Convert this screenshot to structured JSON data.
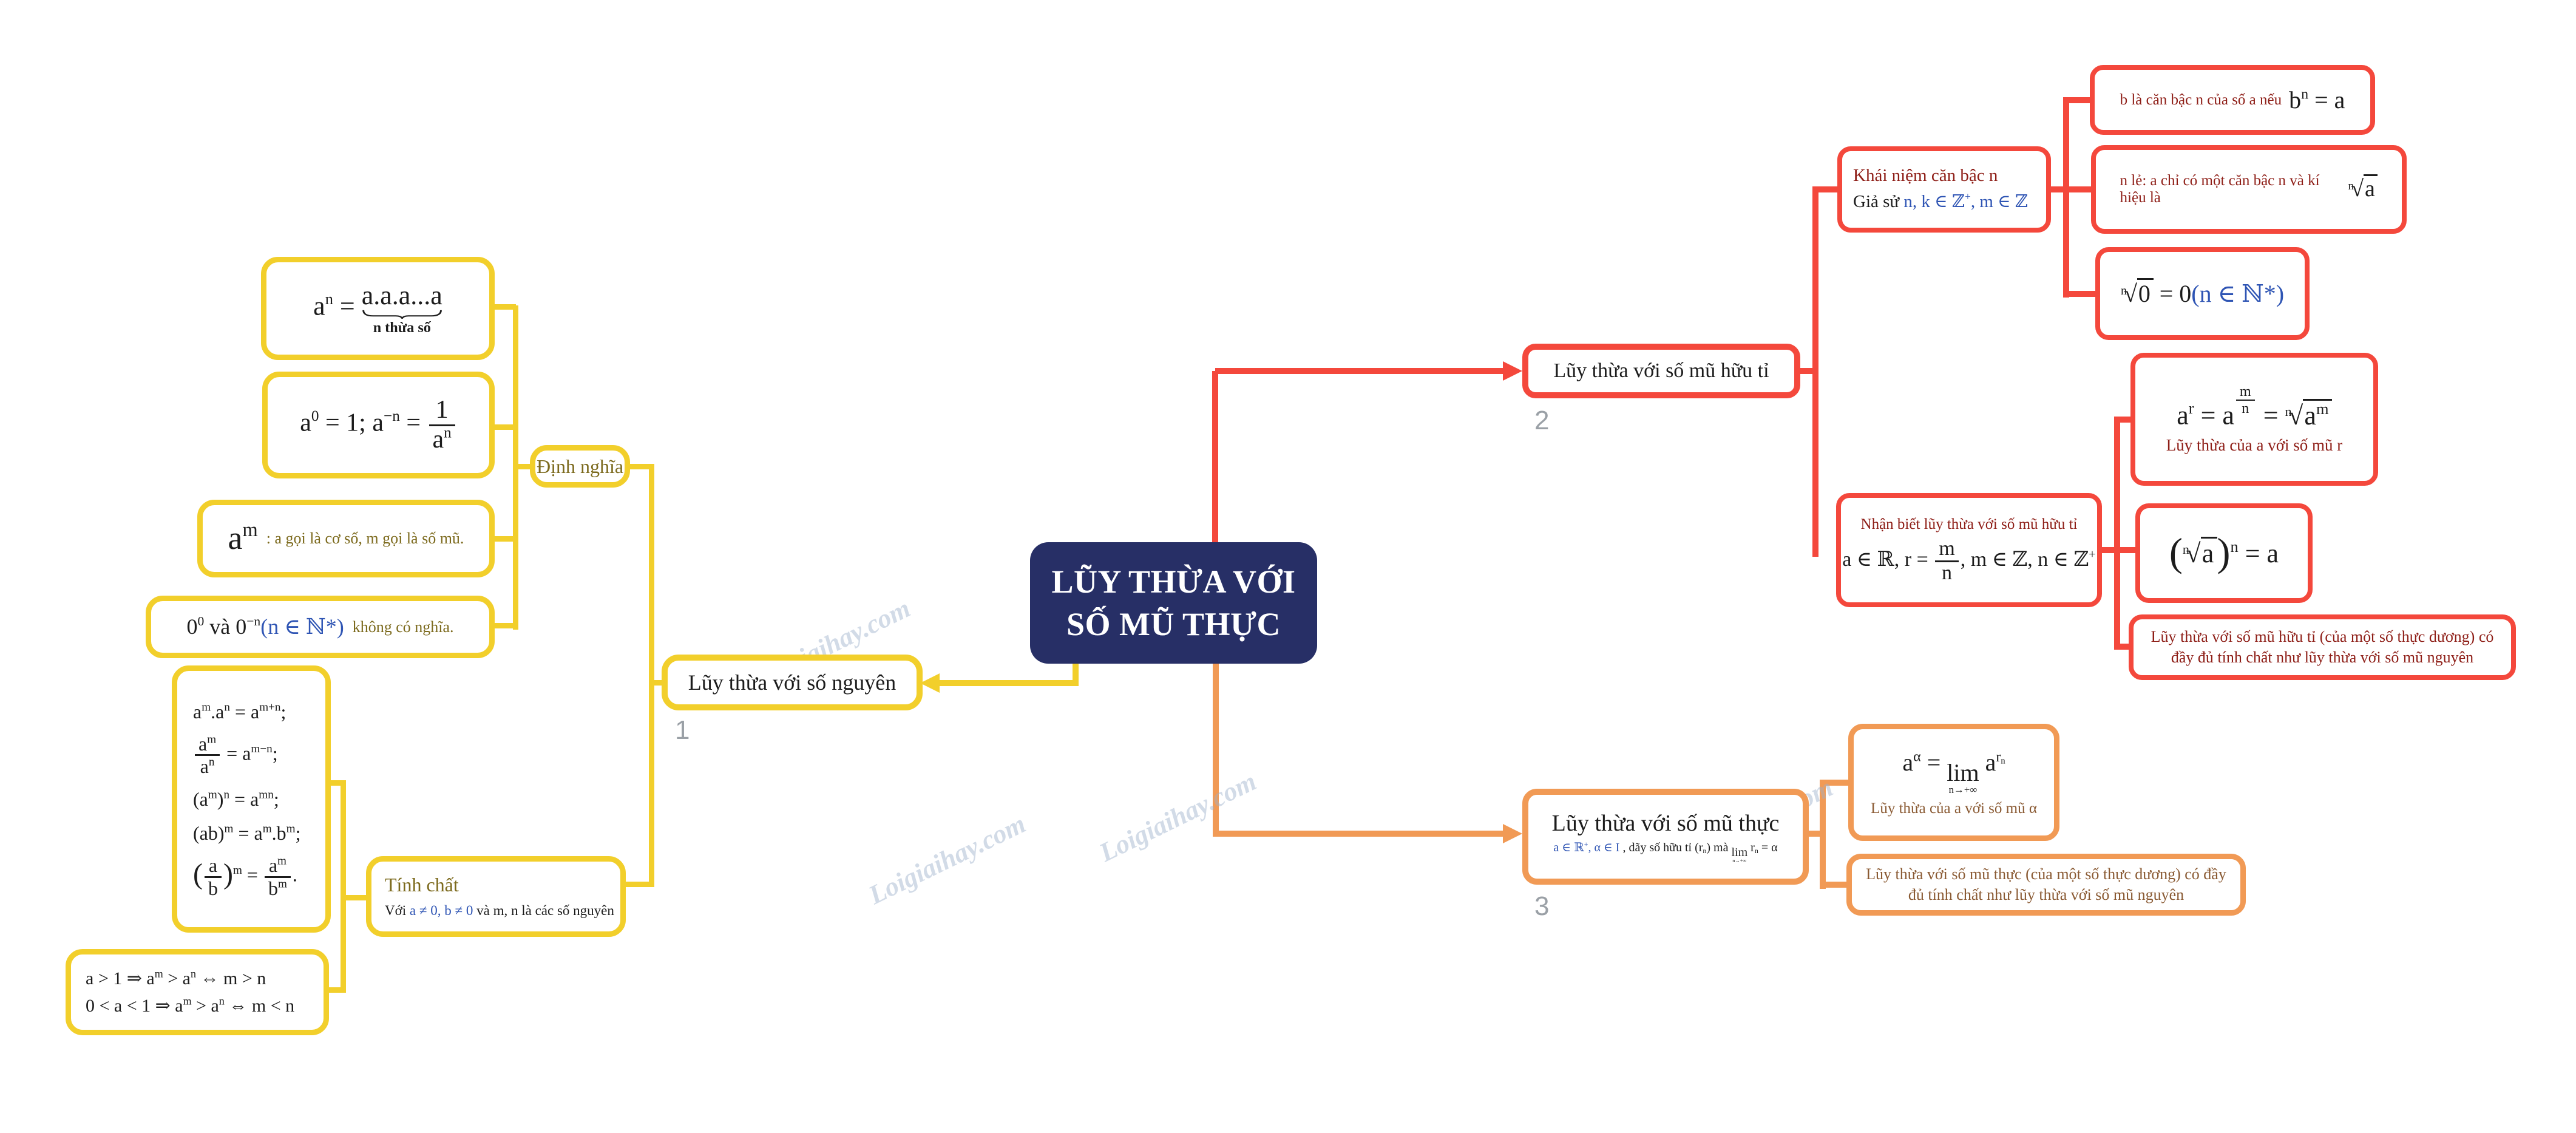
{
  "watermark": "Loigiaihay.com",
  "colors": {
    "yellow": "#f2cf2b",
    "red": "#f4483c",
    "orange": "#f19a55",
    "navy": "#272f66",
    "olive_text": "#7c6a1d",
    "dark_red_text": "#8e1e17",
    "brown_text": "#8a5a33",
    "blue_math": "#2f55b4"
  },
  "center": {
    "title": "LŨY THỪA VỚI SỐ MŨ THỰC"
  },
  "integer": {
    "node": "Lũy thừa với số nguyên",
    "index": "1",
    "dinh_nghia": "Định nghĩa",
    "power_def": [
      "a",
      {
        "t": "sup",
        "v": "n"
      },
      " = ",
      {
        "t": "ub",
        "v": [
          "a.a.a...a"
        ],
        "label": "n thừa số"
      }
    ],
    "zero_neg": [
      "a",
      {
        "t": "sup",
        "v": "0"
      },
      " = 1; a",
      {
        "t": "sup",
        "v": "−n"
      },
      " = ",
      {
        "t": "frac",
        "num": [
          "1"
        ],
        "den": [
          "a",
          {
            "t": "sup",
            "v": "n"
          }
        ]
      }
    ],
    "am_formula": [
      "a",
      {
        "t": "sup",
        "v": "m"
      }
    ],
    "am_desc": ": a gọi là cơ số, m gọi là số mũ.",
    "no_meaning_formula": [
      "0",
      {
        "t": "sup",
        "v": "0"
      },
      "  và  0",
      {
        "t": "sup",
        "v": "−n"
      },
      {
        "t": "txt",
        "v": "(n ∈ ℕ*)",
        "c": "mblue"
      }
    ],
    "no_meaning_desc": "không có nghĩa.",
    "tinh_chat": "Tính chất",
    "tinh_chat_note": [
      "Với ",
      {
        "t": "txt",
        "v": "a ≠ 0, b ≠ 0",
        "c": "mblue"
      },
      " và m, n là các số nguyên"
    ],
    "properties": [
      [
        "a",
        {
          "t": "sup",
          "v": "m"
        },
        ".a",
        {
          "t": "sup",
          "v": "n"
        },
        " = a",
        {
          "t": "sup",
          "v": "m+n"
        },
        ";"
      ],
      [
        {
          "t": "frac",
          "num": [
            "a",
            {
              "t": "sup",
              "v": "m"
            }
          ],
          "den": [
            "a",
            {
              "t": "sup",
              "v": "n"
            }
          ]
        },
        " = a",
        {
          "t": "sup",
          "v": "m−n"
        },
        ";"
      ],
      [
        "(a",
        {
          "t": "sup",
          "v": "m"
        },
        ")",
        {
          "t": "sup",
          "v": "n"
        },
        " = a",
        {
          "t": "sup",
          "v": "mn"
        },
        ";"
      ],
      [
        "(ab)",
        {
          "t": "sup",
          "v": "m"
        },
        " = a",
        {
          "t": "sup",
          "v": "m"
        },
        ".b",
        {
          "t": "sup",
          "v": "m"
        },
        ";"
      ],
      [
        {
          "t": "big",
          "v": "("
        },
        {
          "t": "frac",
          "num": [
            "a"
          ],
          "den": [
            "b"
          ]
        },
        {
          "t": "big",
          "v": ")"
        },
        {
          "t": "sup",
          "v": "m"
        },
        " = ",
        {
          "t": "frac",
          "num": [
            "a",
            {
              "t": "sup",
              "v": "m"
            }
          ],
          "den": [
            "b",
            {
              "t": "sup",
              "v": "m"
            }
          ]
        },
        "."
      ]
    ],
    "monotonic": [
      [
        "a > 1 ⇒ a",
        {
          "t": "sup",
          "v": "m"
        },
        " > a",
        {
          "t": "sup",
          "v": "n"
        },
        " ⇔ m > n"
      ],
      [
        "0 < a < 1 ⇒ a",
        {
          "t": "sup",
          "v": "m"
        },
        " > a",
        {
          "t": "sup",
          "v": "n"
        },
        " ⇔ m < n"
      ]
    ]
  },
  "rational": {
    "node": "Lũy thừa với số mũ hữu tỉ",
    "index": "2",
    "concept": {
      "title": "Khái niệm căn bậc n",
      "line": [
        "Giả sử ",
        {
          "t": "txt",
          "v": "n, k ∈ ℤ",
          "c": "mblue"
        },
        {
          "t": "sup",
          "v": "+",
          "c": "mblue"
        },
        {
          "t": "txt",
          "v": ", m ∈ ℤ",
          "c": "mblue"
        }
      ]
    },
    "root_def": {
      "text": "b  là căn bậc n của số a nếu",
      "formula": [
        "b",
        {
          "t": "sup",
          "v": "n"
        },
        " = a"
      ]
    },
    "odd_root": {
      "text": "n lẻ: a chỉ có một căn bậc n và kí hiệu là",
      "formula": [
        {
          "t": "rad",
          "idx": "n",
          "sgn": "√",
          "v": [
            "a"
          ]
        }
      ]
    },
    "root_zero": [
      {
        "t": "rad",
        "idx": "n",
        "sgn": "√",
        "v": [
          "0"
        ]
      },
      " = 0",
      {
        "t": "txt",
        "v": "(n ∈ ℕ*)",
        "c": "mblue"
      }
    ],
    "identify": {
      "title": "Nhận biết lũy thừa với số mũ hữu tỉ",
      "formula": [
        "a ∈ ℝ, r = ",
        {
          "t": "frac",
          "num": [
            "m"
          ],
          "den": [
            "n"
          ]
        },
        ", m ∈ ℤ, n ∈ ℤ",
        {
          "t": "sup",
          "v": "+"
        }
      ]
    },
    "power_r": {
      "formula": [
        "a",
        {
          "t": "sup",
          "v": "r"
        },
        " = a",
        {
          "t": "sfrac",
          "num": [
            "m"
          ],
          "den": [
            "n"
          ]
        },
        " = ",
        {
          "t": "rad",
          "idx": "n",
          "sgn": "√",
          "v": [
            "a",
            {
              "t": "sup",
              "v": "m"
            }
          ]
        }
      ],
      "caption": "Lũy thừa của a với số mũ r"
    },
    "root_power": [
      {
        "t": "big",
        "v": "("
      },
      {
        "t": "rad",
        "idx": "n",
        "sgn": "√",
        "v": [
          "a"
        ]
      },
      {
        "t": "big",
        "v": ")"
      },
      {
        "t": "sup",
        "v": "n"
      },
      " = a"
    ],
    "note": "Lũy thừa với số mũ hữu tỉ (của một số thực dương) có đầy đủ tính chất như lũy thừa với số mũ nguyên"
  },
  "real": {
    "node": "Lũy thừa với số mũ thực",
    "index": "3",
    "subtitle": [
      {
        "t": "txt",
        "v": "a ∈ ℝ",
        "c": "mblue"
      },
      {
        "t": "sup",
        "v": "+",
        "c": "mblue"
      },
      {
        "t": "txt",
        "v": ", α ∈ I",
        "c": "mblue"
      },
      " , dãy số hữu tỉ (r",
      {
        "t": "sub",
        "v": "n"
      },
      ") mà ",
      {
        "t": "lim",
        "v": "lim",
        "under": "n→+∞"
      },
      " r",
      {
        "t": "sub",
        "v": "n"
      },
      " = α"
    ],
    "limit": {
      "formula": [
        "a",
        {
          "t": "sup",
          "v": "α"
        },
        " = ",
        {
          "t": "lim",
          "v": "lim",
          "under": "n→+∞"
        },
        " a",
        {
          "t": "sup",
          "v": [
            {
              "t": "txt",
              "v": "r"
            },
            {
              "t": "sub",
              "v": "n"
            }
          ]
        }
      ],
      "caption": "Lũy thừa của a với số mũ α"
    },
    "note": "Lũy thừa với số mũ thực (của một số thực dương) có đầy đủ tính chất như lũy thừa với số mũ nguyên"
  }
}
